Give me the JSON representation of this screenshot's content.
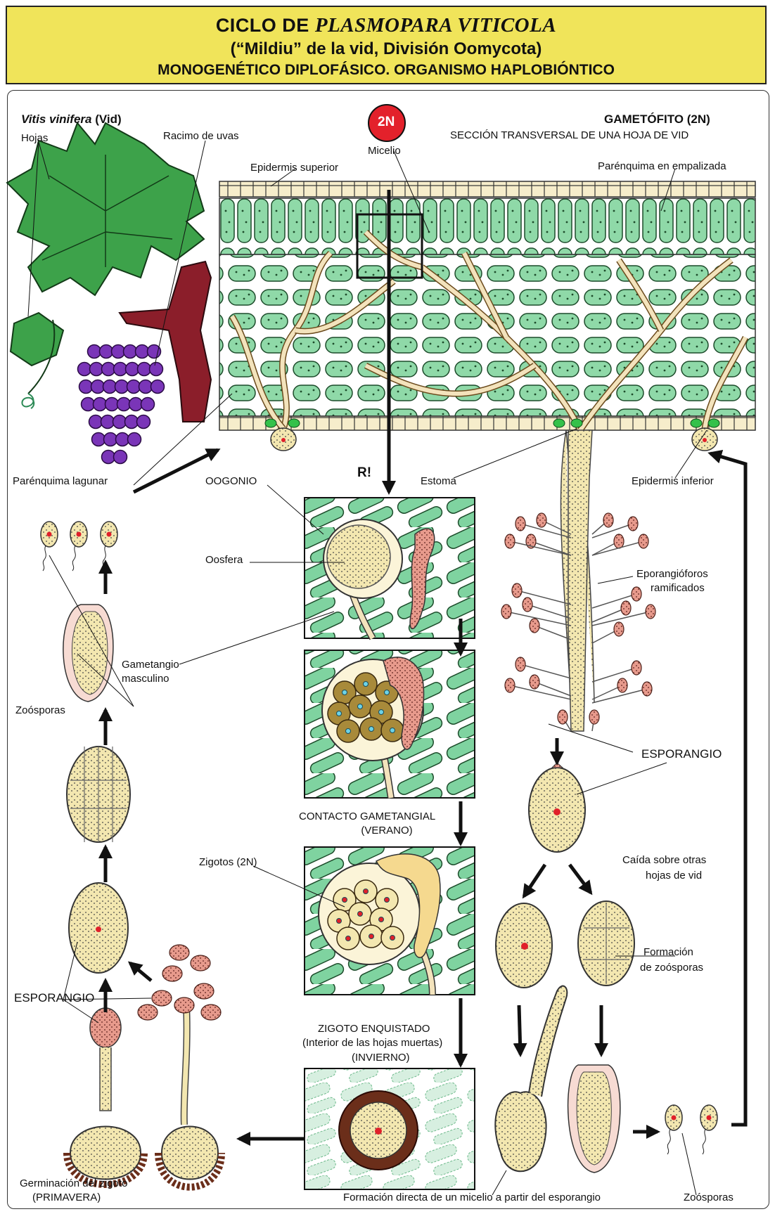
{
  "header": {
    "title_prefix": "CICLO DE",
    "title_species": "PLASMOPARA VITICOLA",
    "subtitle": "(“Mildiu” de la vid, División Oomycota)",
    "subtitle2": "MONOGENÉTICO DIPLOFÁSICO. ORGANISMO HAPLOBIÓNTICO"
  },
  "plant": {
    "species": "Vitis vinifera",
    "common": "(Vid)",
    "hojas": "Hojas",
    "racimo": "Racimo de uvas"
  },
  "ploidy_badge": "2N",
  "leaf_section": {
    "micelio": "Micelio",
    "gametofito": "GAMETÓFITO (2N)",
    "seccion": "SECCIÓN TRANSVERSAL DE UNA HOJA DE VID",
    "epidermis_superior": "Epidermis superior",
    "parenquima_empalizada": "Parénquima en empalizada",
    "parenquima_lagunar": "Parénquima lagunar",
    "estoma": "Estoma",
    "epidermis_inferior": "Epidermis inferior",
    "r_mark": "R!"
  },
  "sexual": {
    "oogonio": "OOGONIO",
    "oosfera": "Oosfera",
    "gametangio_1": "Gametangio",
    "gametangio_2": "masculino",
    "contacto_1": "CONTACTO GAMETANGIAL",
    "contacto_2": "(VERANO)",
    "zigotos": "Zigotos (2N)",
    "enquistado_1": "ZIGOTO ENQUISTADO",
    "enquistado_2": "(Interior de las hojas muertas)",
    "enquistado_3": "(INVIERNO)"
  },
  "asexual": {
    "eporangioforos_1": "Eporangióforos",
    "eporangioforos_2": "ramificados",
    "esporangio": "ESPORANGIO",
    "caida_1": "Caída sobre otras",
    "caida_2": "hojas de vid",
    "formacion_1": "Formación",
    "formacion_2": "de zoósporas",
    "zoosporas": "Zoósporas",
    "formacion_directa": "Formación directa de un micelio a partir del esporangio"
  },
  "germination": {
    "zoosporas": "Zoósporas",
    "esporangio": "ESPORANGIO",
    "germinacion_1": "Germinación del zigoto",
    "germinacion_2": "(PRIMAVERA)"
  },
  "colors": {
    "title_bg": "#f0e45a",
    "leaf_green": "#3da24a",
    "cell_green": "#8fd9a8",
    "hyphae": "#f3e3bc",
    "grape": "#7a35b8",
    "stem": "#8b1e2a",
    "spore_fill": "#f3e7b0",
    "nucleus": "#e0202a",
    "sporangium_pink": "#e79a8c",
    "badge_red": "#e3212b"
  }
}
